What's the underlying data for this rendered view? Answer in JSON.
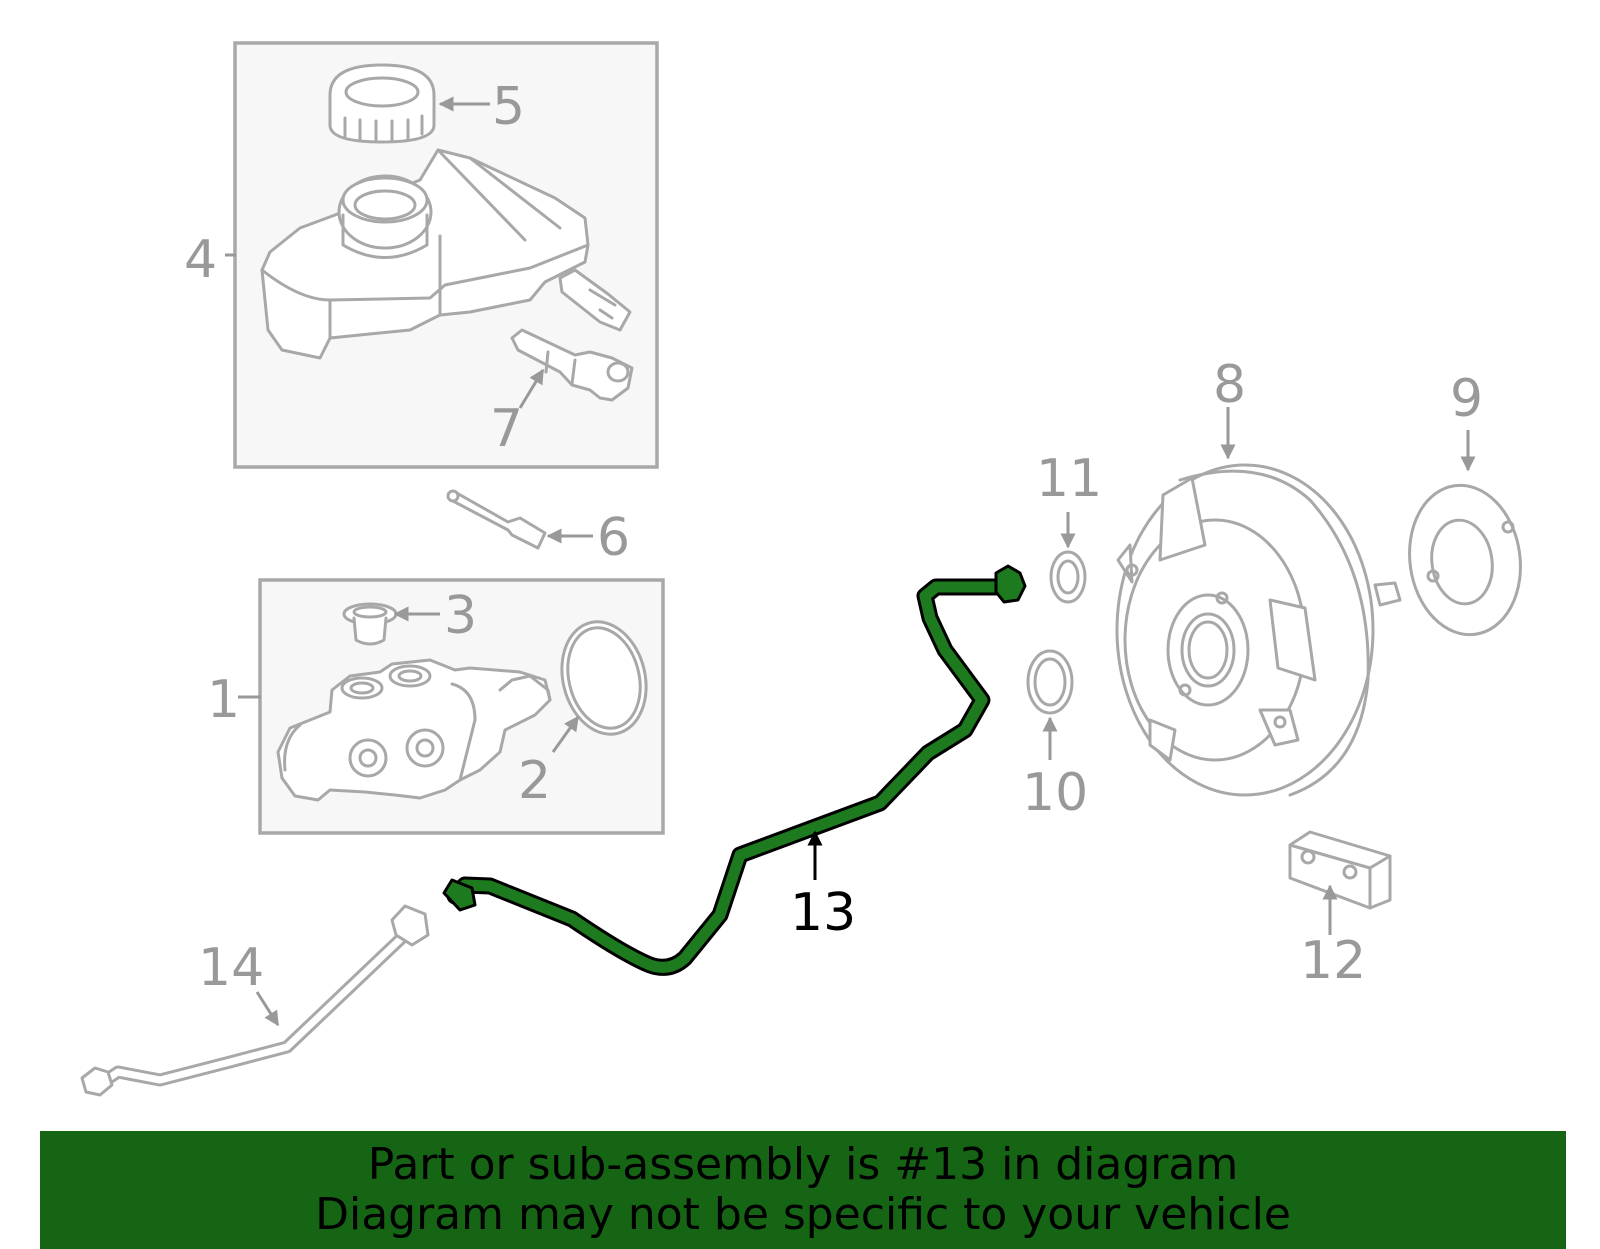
{
  "callouts": {
    "c1": "1",
    "c2": "2",
    "c3": "3",
    "c4": "4",
    "c5": "5",
    "c6": "6",
    "c7": "7",
    "c8": "8",
    "c9": "9",
    "c10": "10",
    "c11": "11",
    "c12": "12",
    "c13": "13",
    "c14": "14"
  },
  "highlighted_part": "13",
  "colors": {
    "highlight": "#1e7a1e",
    "banner": "#156515",
    "line_art": "#a8a8a8",
    "callout_text": "#999999"
  },
  "banner": {
    "line1": "Part or sub-assembly is #13 in diagram",
    "line2": "Diagram may not be specific to your vehicle"
  }
}
